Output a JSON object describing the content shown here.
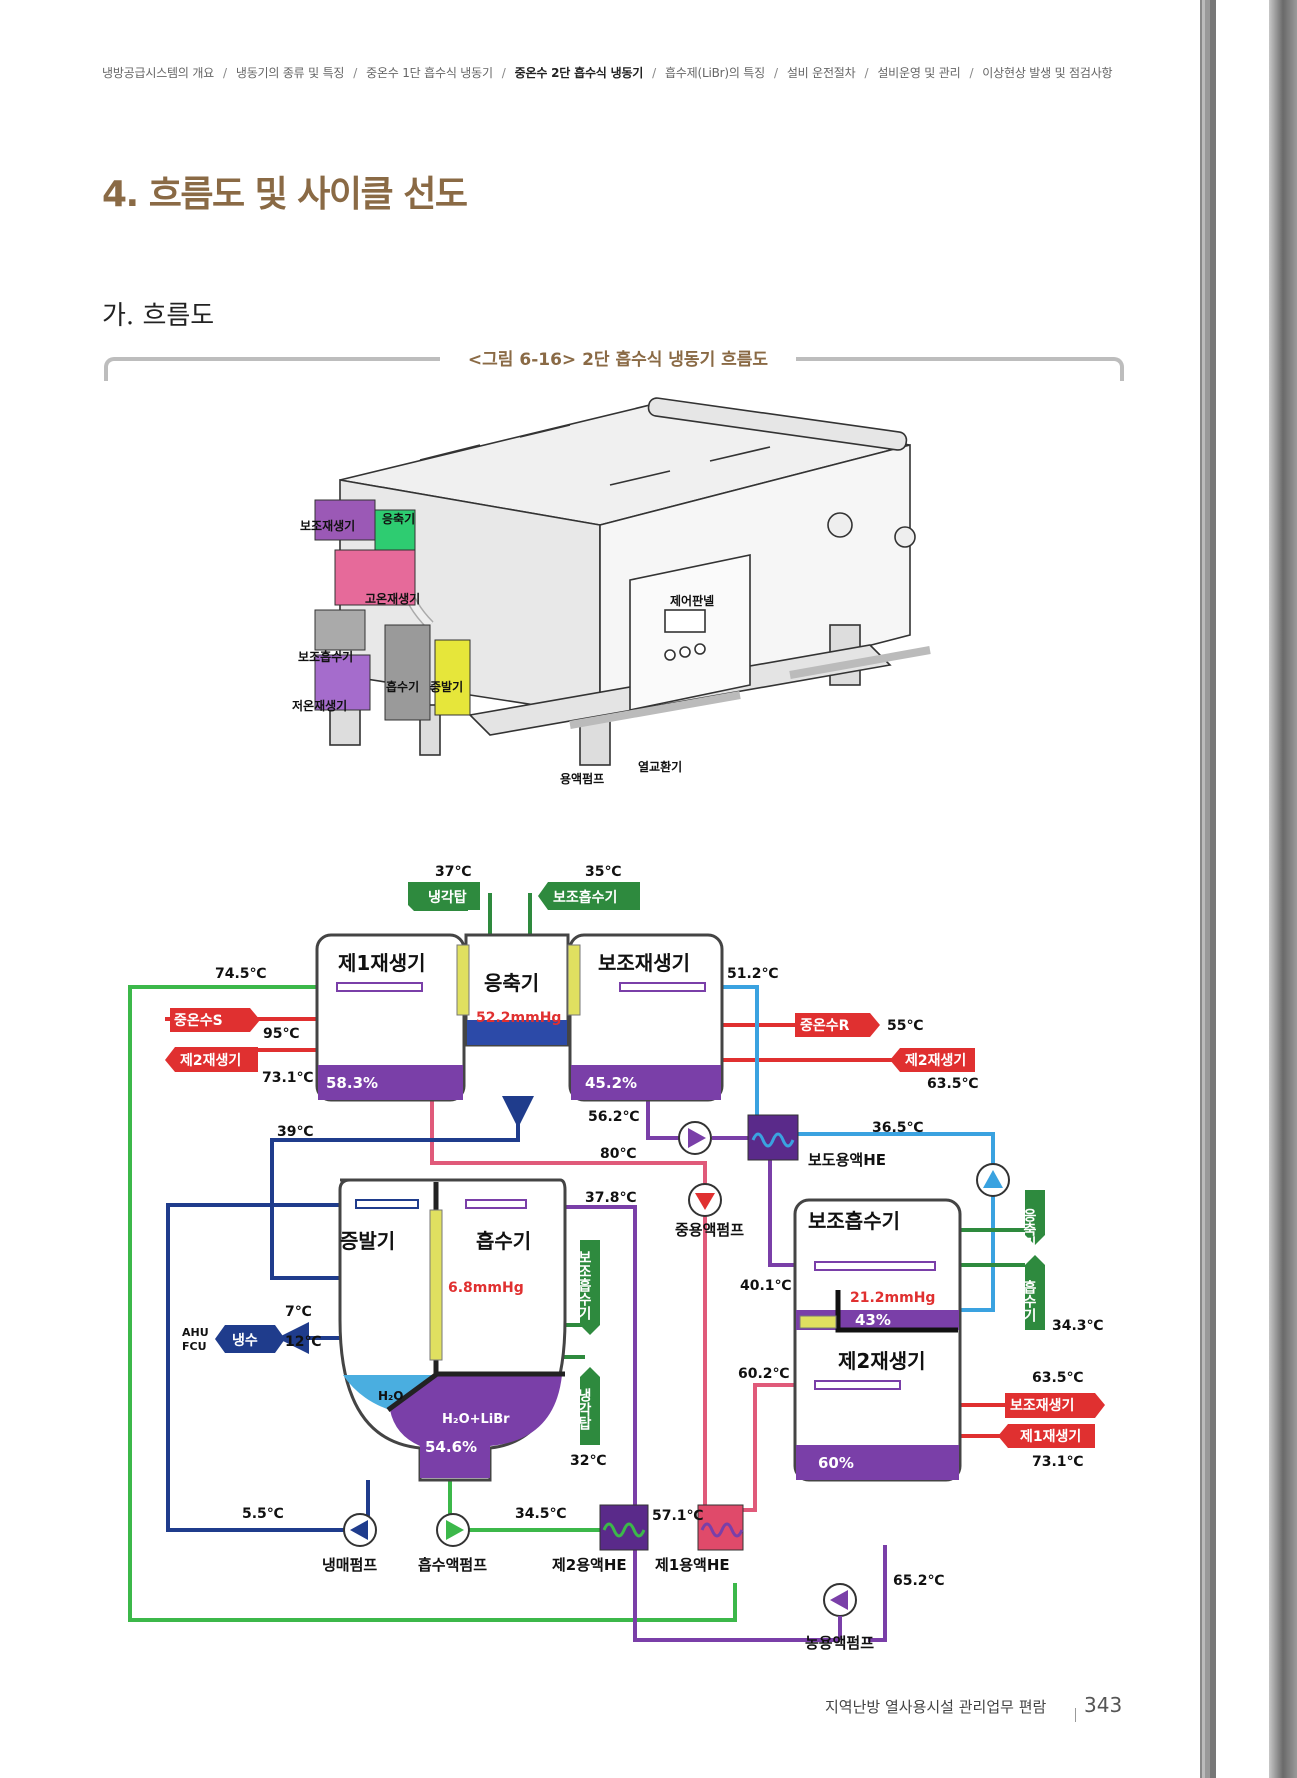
{
  "breadcrumb": {
    "items": [
      "냉방공급시스템의 개요",
      "냉동기의 종류 및 특징",
      "중온수 1단 흡수식 냉동기",
      "중온수 2단 흡수식 냉동기",
      "흡수제(LiBr)의 특징",
      "설비 운전절차",
      "설비운영 및 관리",
      "이상현상 발생 및 점검사항"
    ],
    "separator": "/"
  },
  "section_title": "4. 흐름도 및 사이클 선도",
  "subsection_title": "가. 흐름도",
  "figure_caption": "<그림 6-16> 2단 흡수식 냉동기 흐름도",
  "machine_labels": {
    "aux_regen": "보조재생기",
    "condenser": "응축기",
    "high_regen": "고온재생기",
    "aux_absorber": "보조흡수기",
    "low_regen": "저온재생기",
    "absorber": "흡수기",
    "evaporator": "증발기",
    "control_panel": "제어판넬",
    "solution_pump": "용액펌프",
    "heat_exchanger": "열교환기"
  },
  "flow": {
    "regen1": "제1재생기",
    "condenser": "응축기",
    "aux_regen": "보조재생기",
    "evaporator": "증발기",
    "absorber": "흡수기",
    "aux_absorber": "보조흡수기",
    "regen2": "제2재생기",
    "cooling_tower": "냉각탑",
    "aux_absorber_tag": "보조흡수기",
    "hot_water_s": "중온수S",
    "hot_water_r": "중온수R",
    "regen2_tag": "제2재생기",
    "regen1_tag": "제1재생기",
    "chilled_water": "냉수",
    "ahu_fcu": "AHU\nFCU",
    "h2o": "H₂O",
    "h2o_libr": "H₂O+LiBr",
    "pressure_condenser": "52.2mmHg",
    "pressure_absorber": "6.8mmHg",
    "pressure_aux": "21.2mmHg",
    "conc_regen1": "58.3%",
    "conc_aux_regen": "45.2%",
    "conc_absorber": "54.6%",
    "conc_aux_abs": "43%",
    "conc_regen2": "60%",
    "aux_solution_he": "보도용액HE",
    "mid_solution_pump": "중용액펌프",
    "refrigerant_pump": "냉매펌프",
    "absorb_solution_pump": "흡수액펌프",
    "solution_he2": "제2용액HE",
    "solution_he1": "제1용액HE",
    "conc_solution_pump": "농용액펌프",
    "v_aux_abs": "보조흡수기",
    "v_cooling_tower": "냉각탑",
    "v_condenser": "응축기",
    "v_absorber": "흡수기",
    "t_37": "37℃",
    "t_35": "35℃",
    "t_745": "74.5℃",
    "t_95": "95℃",
    "t_731a": "73.1℃",
    "t_512": "51.2℃",
    "t_55": "55℃",
    "t_635a": "63.5℃",
    "t_562": "56.2℃",
    "t_80": "80℃",
    "t_365": "36.5℃",
    "t_39": "39℃",
    "t_378": "37.8℃",
    "t_401": "40.1℃",
    "t_343": "34.3℃",
    "t_7": "7℃",
    "t_12": "12℃",
    "t_602": "60.2℃",
    "t_635b": "63.5℃",
    "t_731b": "73.1℃",
    "t_32": "32℃",
    "t_55b": "5.5℃",
    "t_345": "34.5℃",
    "t_571": "57.1℃",
    "t_652": "65.2℃"
  },
  "colors": {
    "title_brown": "#8a6a45",
    "hot_red": "#e03030",
    "cool_green": "#2e8a3e",
    "solution_purple": "#7a3fa8",
    "refrigerant_blue": "#1f3c8c",
    "vapor_lightblue": "#3aa2e0",
    "loop_green": "#3cb84a"
  },
  "footer": {
    "text": "지역난방 열사용시설 관리업무 편람",
    "page_number": "343"
  }
}
